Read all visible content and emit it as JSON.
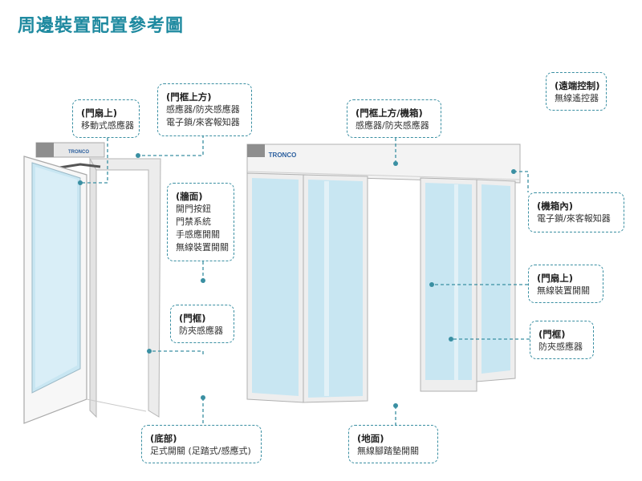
{
  "title": "周邊裝置配置參考圖",
  "brand": "TRONCO",
  "colors": {
    "accent": "#3a8fa2",
    "title": "#1f8aa0",
    "glass": "#c8e6f2",
    "frame": "#f4f4f4"
  },
  "callouts": {
    "swing_leaf": {
      "head": "(門扇上)",
      "lines": [
        "移動式感應器"
      ]
    },
    "swing_frame_top": {
      "head": "(門框上方)",
      "lines": [
        "感應器/防夾感應器",
        "電子鎖/來客報知器"
      ]
    },
    "wall": {
      "head": "(牆面)",
      "lines": [
        "開門按鈕",
        "門禁系統",
        "手感應開關",
        "無線裝置開關"
      ]
    },
    "swing_frame": {
      "head": "(門框)",
      "lines": [
        "防夾感應器"
      ]
    },
    "floor_swing": {
      "head": "(底部)",
      "lines": [
        "足式開關 (足踏式/感應式)"
      ]
    },
    "slide_frame_top": {
      "head": "(門框上方/機箱)",
      "lines": [
        "感應器/防夾感應器"
      ]
    },
    "remote": {
      "head": "(遠端控制)",
      "lines": [
        "無線遙控器"
      ]
    },
    "box_inside": {
      "head": "(機箱內)",
      "lines": [
        "電子鎖/來客報知器"
      ]
    },
    "slide_leaf": {
      "head": "(門扇上)",
      "lines": [
        "無線裝置開關"
      ]
    },
    "slide_frame": {
      "head": "(門框)",
      "lines": [
        "防夾感應器"
      ]
    },
    "ground": {
      "head": "(地面)",
      "lines": [
        "無線腳踏墊開關"
      ]
    }
  }
}
